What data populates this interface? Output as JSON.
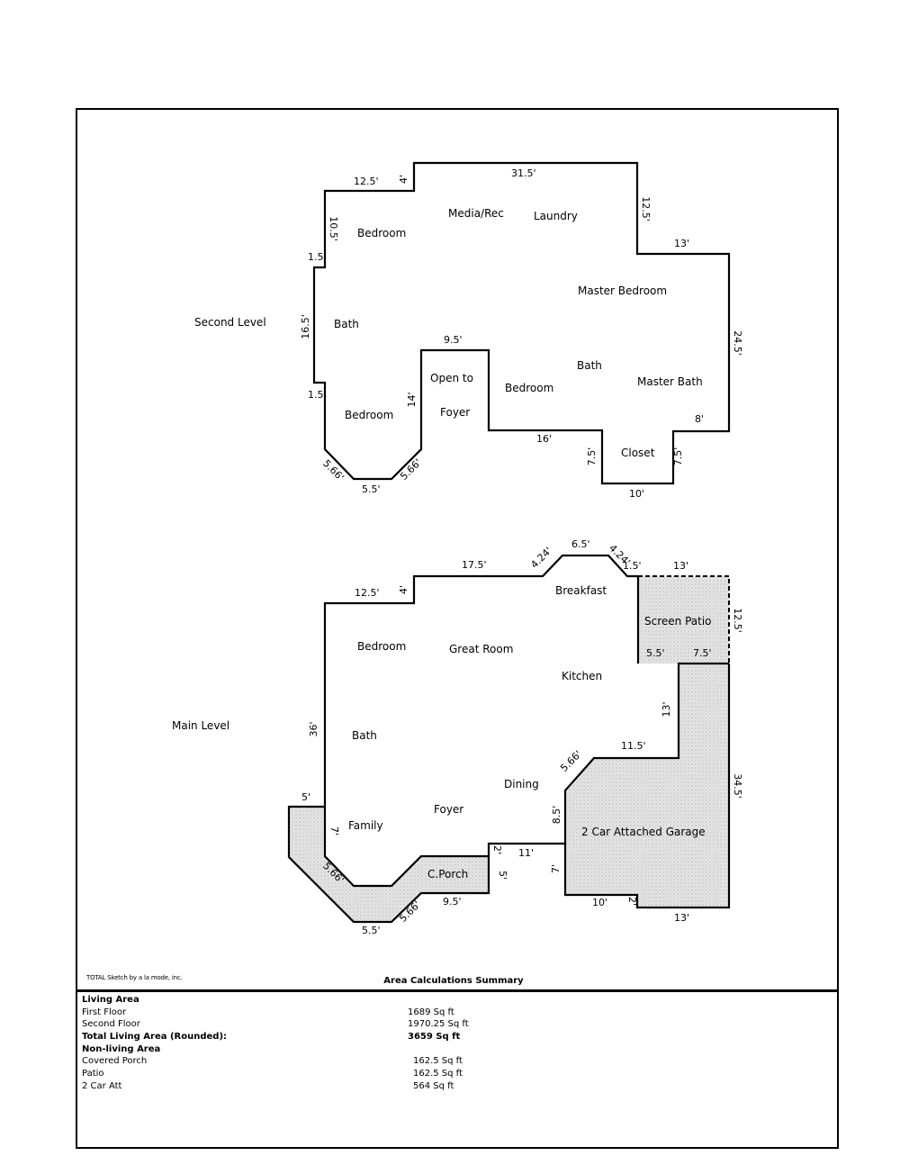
{
  "second_level": {
    "title": "Second Level",
    "rooms": [
      "Bedroom",
      "Media/Rec",
      "Laundry",
      "Master Bedroom",
      "Bath",
      "Bath",
      "Open to",
      "Foyer",
      "Bedroom",
      "Master Bath",
      "Bedroom",
      "Closet"
    ],
    "dims": [
      "12.5'",
      "4'",
      "31.5'",
      "12.5'",
      "13'",
      "10.5'",
      "1.5'",
      "16.5'",
      "24.5'",
      "9.5'",
      "1.5'",
      "14'",
      "8'",
      "16'",
      "7.5'",
      "7.5'",
      "5.66'",
      "5.66'",
      "5.5'",
      "10'"
    ]
  },
  "main_level": {
    "title": "Main Level",
    "rooms": [
      "Breakfast",
      "Bedroom",
      "Great Room",
      "Kitchen",
      "Bath",
      "Dining",
      "Foyer",
      "Family",
      "C.Porch",
      "2 Car Attached Garage",
      "Screen Patio"
    ],
    "dims": [
      "17.5'",
      "4.24'",
      "6.5'",
      "4.24'",
      "1.5'",
      "13'",
      "12.5'",
      "4'",
      "12.5'",
      "5.5'",
      "7.5'",
      "13'",
      "36'",
      "11.5'",
      "5.66'",
      "34.5'",
      "5'",
      "8.5'",
      "7'",
      "2'",
      "11'",
      "5'",
      "7'",
      "5.66'",
      "9.5'",
      "5.66'",
      "5.5'",
      "10'",
      "2'",
      "13'"
    ]
  },
  "footer": {
    "credit": "TOTAL Sketch by a la mode, inc.",
    "summary_title": "Area Calculations Summary"
  },
  "summary": {
    "rows": [
      {
        "label": "Living Area",
        "value": ""
      },
      {
        "label": "First Floor",
        "value": "1689 Sq ft"
      },
      {
        "label": "Second Floor",
        "value": "1970.25 Sq ft"
      },
      {
        "label": "Total Living Area (Rounded):",
        "value": "3659 Sq ft"
      },
      {
        "label": "Non-living Area",
        "value": ""
      },
      {
        "label": "Covered Porch",
        "value": "162.5 Sq ft"
      },
      {
        "label": "Patio",
        "value": "162.5 Sq ft"
      },
      {
        "label": "2 Car Att",
        "value": "564 Sq ft"
      }
    ]
  },
  "colors": {
    "line": "#000000",
    "shade": "#e3e3e3"
  }
}
